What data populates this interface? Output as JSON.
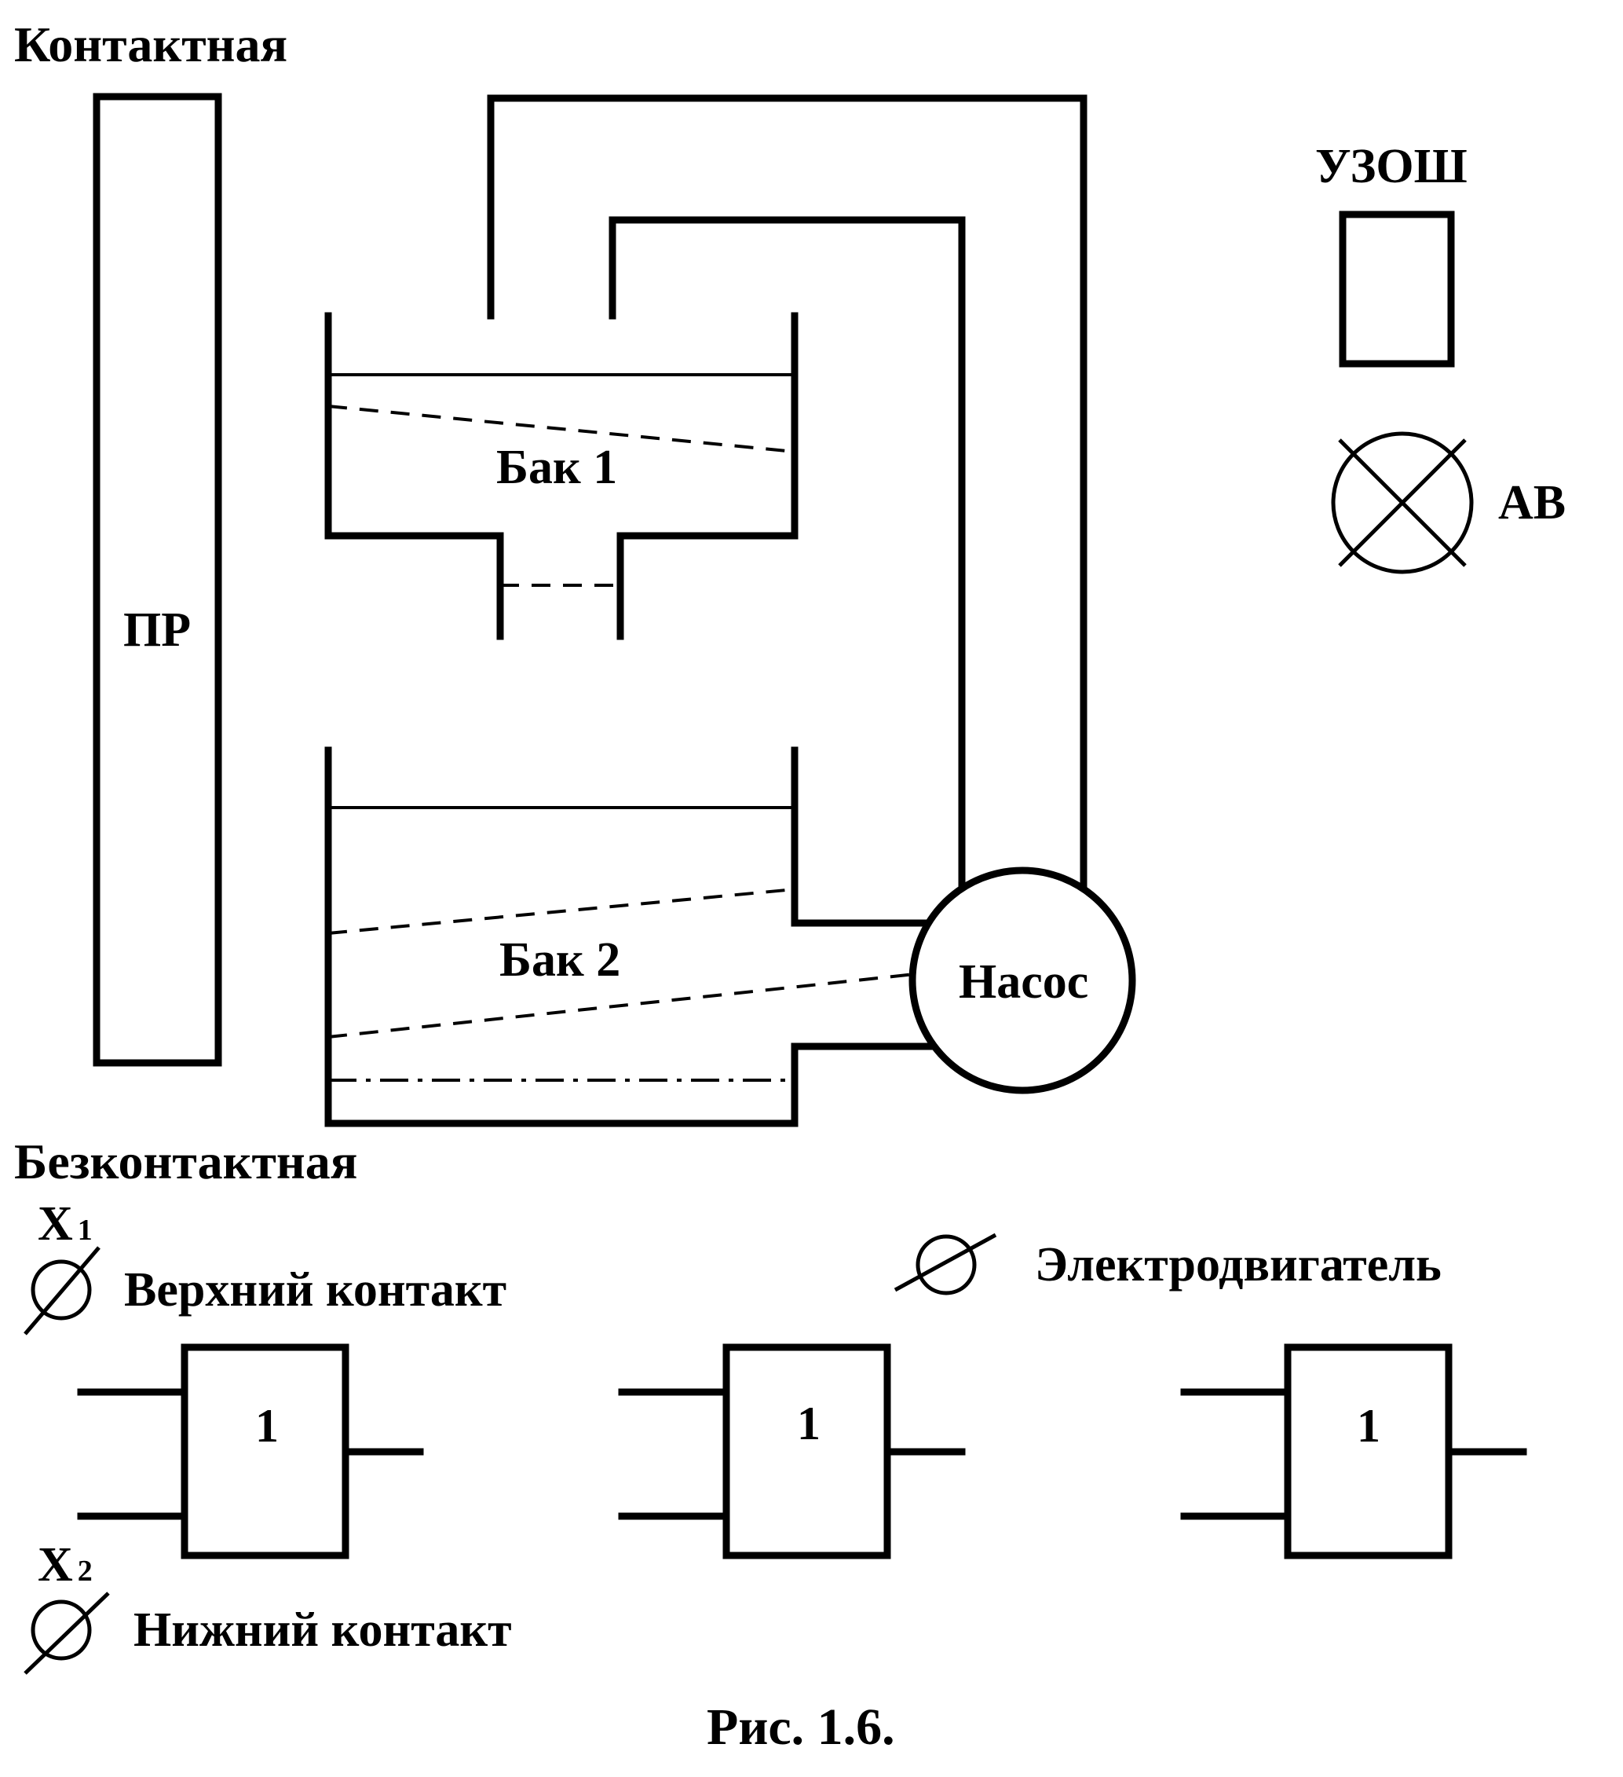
{
  "headings": {
    "contact": "Контактная",
    "contactless": "Безконтактная"
  },
  "labels": {
    "pr": "ПР",
    "tank1": "Бак 1",
    "tank2": "Бак 2",
    "pump": "Насос",
    "uzosh": "УЗОШ",
    "av": "АВ"
  },
  "contactless": {
    "x1_letter": "X",
    "x1_index": "1",
    "x2_letter": "X",
    "x2_index": "2",
    "upper_contact": "Верхний контакт",
    "lower_contact": "Нижний контакт",
    "motor": "Электродвигатель",
    "gates": [
      {
        "label": "1"
      },
      {
        "label": "1"
      },
      {
        "label": "1"
      }
    ]
  },
  "caption": "Рис. 1.6."
}
